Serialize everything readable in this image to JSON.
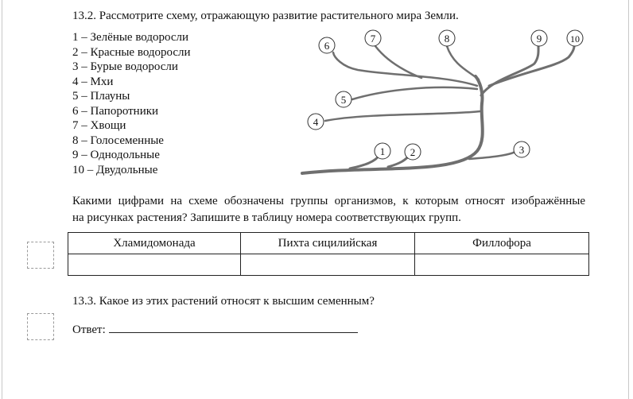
{
  "question_2": {
    "title": "13.2. Рассмотрите схему, отражающую развитие растительного мира Земли.",
    "legend": [
      "1 – Зелёные водоросли",
      "2 – Красные водоросли",
      "3 – Бурые водоросли",
      "4 – Мхи",
      "5 – Плауны",
      "6 – Папоротники",
      "7 – Хвощи",
      "8 – Голосеменные",
      "9 – Однодольные",
      "10 – Двудольные"
    ],
    "tree_nodes": [
      "1",
      "2",
      "3",
      "4",
      "5",
      "6",
      "7",
      "8",
      "9",
      "10"
    ],
    "prompt_line1": "Какими цифрами на схеме обозначены группы организмов, к которым относят изображённые",
    "prompt_line2": "на рисунках растения? Запишите в таблицу номера соответствующих групп.",
    "table": {
      "headers": [
        "Хламидомонада",
        "Пихта сицилийская",
        "Филлофора"
      ],
      "answers": [
        "",
        "",
        ""
      ]
    }
  },
  "question_3": {
    "title": "13.3. Какое из этих растений относят к высшим семенным?",
    "answer_label": "Ответ:",
    "answer_value": ""
  }
}
